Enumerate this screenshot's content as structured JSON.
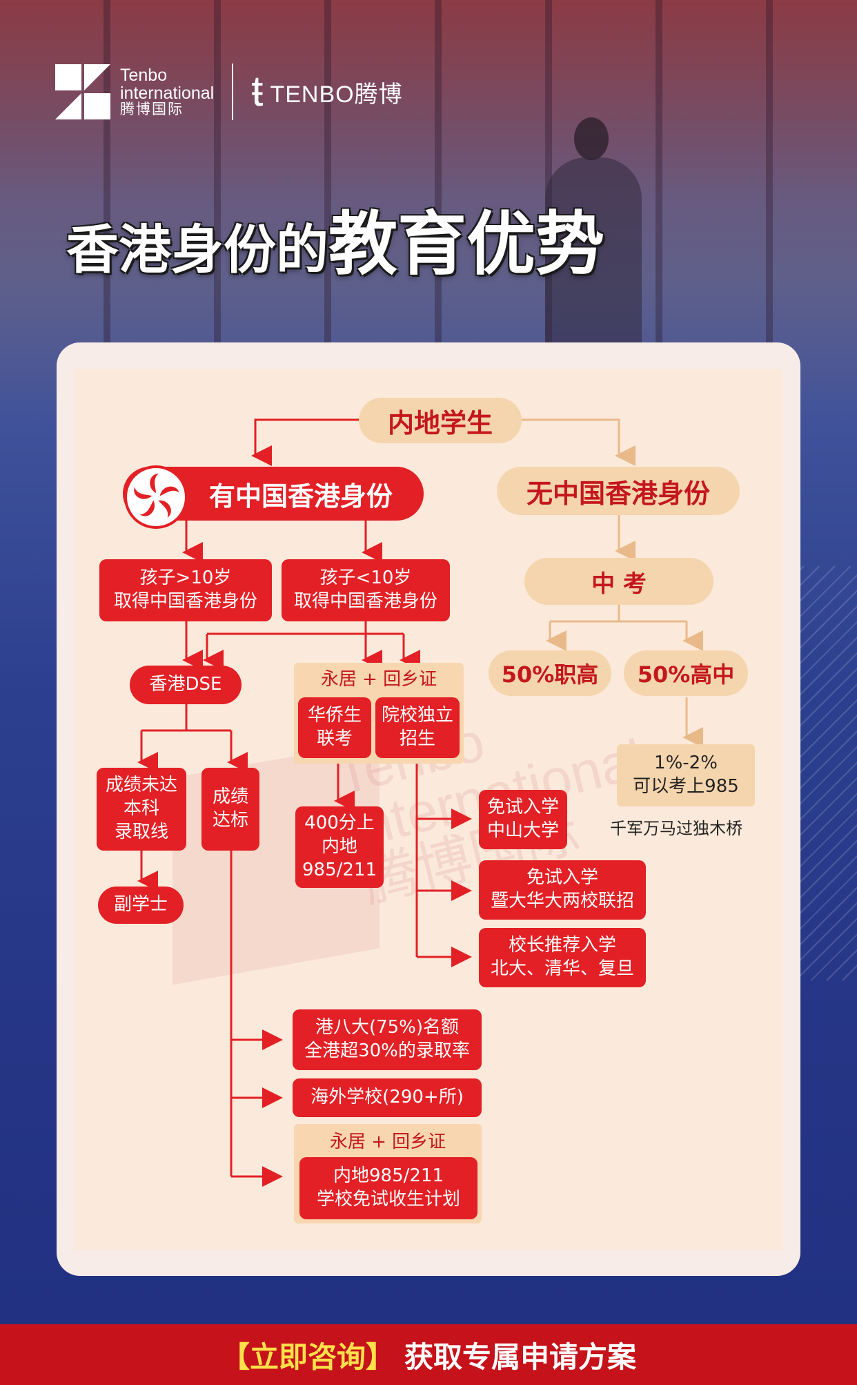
{
  "brand": {
    "logo_line1": "Tenbo",
    "logo_line2": "international",
    "logo_line3": "腾博国际",
    "logo_t": "ŧ",
    "logo_name": "TENBO腾博"
  },
  "title": {
    "part1": "香港身份的",
    "part2": "教育优势"
  },
  "flow": {
    "root": "内地学生",
    "with_hk": "有中国香港身份",
    "without_hk": "无中国香港身份",
    "child_over10": "孩子>10岁\n取得中国香港身份",
    "child_under10": "孩子<10岁\n取得中国香港身份",
    "dse": "香港DSE",
    "perm_res_1": "永居 + 回乡证",
    "overseas_exam": "华侨生\n联考",
    "indep_admission": "院校独立\n招生",
    "score_400": "400分上\n内地\n985/211",
    "below_line": "成绩未达\n本科\n录取线",
    "meets_line": "成绩\n达标",
    "associate": "副学士",
    "exempt_sysu": "免试入学\n中山大学",
    "exempt_jnu": "免试入学\n暨大华大两校联招",
    "principal_rec": "校长推荐入学\n北大、清华、复旦",
    "hk8": "港八大(75%)名额\n全港超30%的录取率",
    "overseas_schools": "海外学校(290+所)",
    "perm_res_2": "永居 + 回乡证",
    "mainland_exempt": "内地985/211\n学校免试收生计划",
    "zhongkao": "中 考",
    "vocational": "50%职高",
    "high_school": "50%高中",
    "rate_985": "1%-2%\n可以考上985",
    "bridge": "千军万马过独木桥"
  },
  "watermark": {
    "text": "Tenbo international 腾博国际"
  },
  "footer": {
    "highlight": "【立即咨询】",
    "text": "获取专属申请方案"
  },
  "colors": {
    "red": "#e32025",
    "beige": "#f5d5ae",
    "card": "#fbeadb",
    "footer": "#c6121a"
  }
}
